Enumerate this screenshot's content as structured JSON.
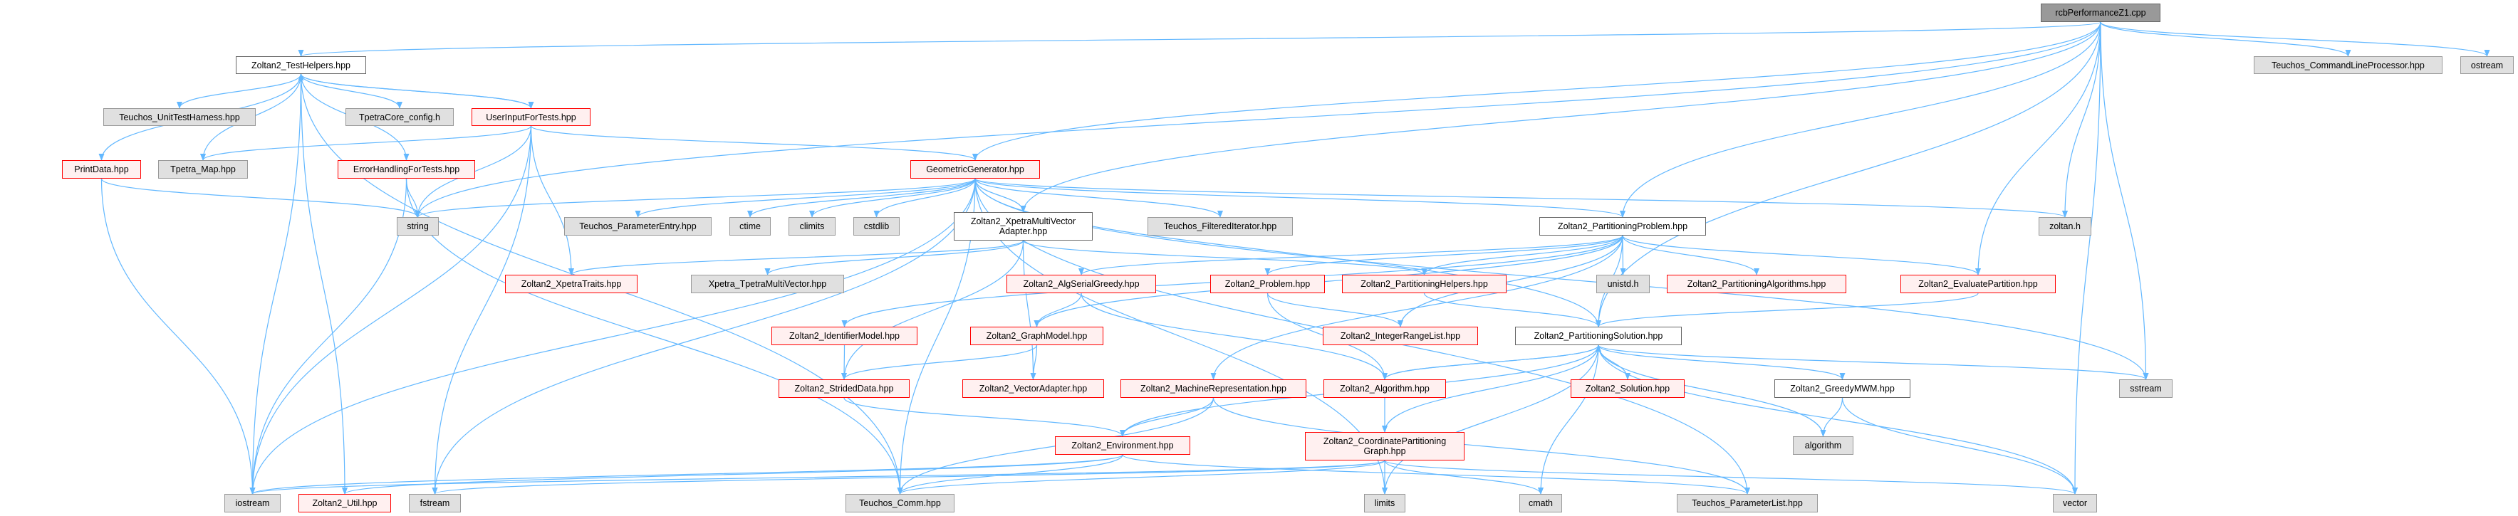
{
  "graph": {
    "edge_color": "#63b8ff",
    "node_colors": {
      "root": "#999999",
      "file": "#ffffff",
      "trunc": "#fff0f0",
      "ext": "#e0e0e0",
      "trunc_border": "#ff0000"
    },
    "nodes": {
      "rcb": {
        "label": "rcbPerformanceZ1.cpp",
        "kind": "root"
      },
      "testhelpers": {
        "label": "Zoltan2_TestHelpers.hpp",
        "kind": "file"
      },
      "unittest": {
        "label": "Teuchos_UnitTestHarness.hpp",
        "kind": "ext"
      },
      "tpetracore": {
        "label": "TpetraCore_config.h",
        "kind": "ext"
      },
      "userinput": {
        "label": "UserInputForTests.hpp",
        "kind": "trunc"
      },
      "printdata": {
        "label": "PrintData.hpp",
        "kind": "trunc"
      },
      "tpetramap": {
        "label": "Tpetra_Map.hpp",
        "kind": "ext"
      },
      "errorhandling": {
        "label": "ErrorHandlingForTests.hpp",
        "kind": "trunc"
      },
      "string": {
        "label": "string",
        "kind": "ext"
      },
      "paramentry": {
        "label": "Teuchos_ParameterEntry.hpp",
        "kind": "ext"
      },
      "ctime": {
        "label": "ctime",
        "kind": "ext"
      },
      "climits": {
        "label": "climits",
        "kind": "ext"
      },
      "cstdlib": {
        "label": "cstdlib",
        "kind": "ext"
      },
      "geogen": {
        "label": "GeometricGenerator.hpp",
        "kind": "trunc"
      },
      "xmvadapter": {
        "label": "Zoltan2_XpetraMultiVector\nAdapter.hpp",
        "kind": "file"
      },
      "filtered": {
        "label": "Teuchos_FilteredIterator.hpp",
        "kind": "ext"
      },
      "partproblem": {
        "label": "Zoltan2_PartitioningProblem.hpp",
        "kind": "file"
      },
      "zoltanh": {
        "label": "zoltan.h",
        "kind": "ext"
      },
      "cmdline": {
        "label": "Teuchos_CommandLineProcessor.hpp",
        "kind": "ext"
      },
      "ostream": {
        "label": "ostream",
        "kind": "ext"
      },
      "xpetratraits": {
        "label": "Zoltan2_XpetraTraits.hpp",
        "kind": "trunc"
      },
      "xtmv": {
        "label": "Xpetra_TpetraMultiVector.hpp",
        "kind": "ext"
      },
      "algserial": {
        "label": "Zoltan2_AlgSerialGreedy.hpp",
        "kind": "trunc"
      },
      "problem": {
        "label": "Zoltan2_Problem.hpp",
        "kind": "trunc"
      },
      "parthelpers": {
        "label": "Zoltan2_PartitioningHelpers.hpp",
        "kind": "trunc"
      },
      "unistd": {
        "label": "unistd.h",
        "kind": "ext"
      },
      "partalgs": {
        "label": "Zoltan2_PartitioningAlgorithms.hpp",
        "kind": "trunc"
      },
      "evalpart": {
        "label": "Zoltan2_EvaluatePartition.hpp",
        "kind": "trunc"
      },
      "idmodel": {
        "label": "Zoltan2_IdentifierModel.hpp",
        "kind": "trunc"
      },
      "graphmodel": {
        "label": "Zoltan2_GraphModel.hpp",
        "kind": "trunc"
      },
      "intrange": {
        "label": "Zoltan2_IntegerRangeList.hpp",
        "kind": "trunc"
      },
      "partsol": {
        "label": "Zoltan2_PartitioningSolution.hpp",
        "kind": "file"
      },
      "strided": {
        "label": "Zoltan2_StridedData.hpp",
        "kind": "trunc"
      },
      "vecadapter": {
        "label": "Zoltan2_VectorAdapter.hpp",
        "kind": "trunc"
      },
      "machrep": {
        "label": "Zoltan2_MachineRepresentation.hpp",
        "kind": "trunc"
      },
      "algorithm_h": {
        "label": "Zoltan2_Algorithm.hpp",
        "kind": "trunc"
      },
      "solution": {
        "label": "Zoltan2_Solution.hpp",
        "kind": "trunc"
      },
      "greedymwm": {
        "label": "Zoltan2_GreedyMWM.hpp",
        "kind": "file"
      },
      "sstream": {
        "label": "sstream",
        "kind": "ext"
      },
      "environment": {
        "label": "Zoltan2_Environment.hpp",
        "kind": "trunc"
      },
      "coordgraph": {
        "label": "Zoltan2_CoordinatePartitioning\nGraph.hpp",
        "kind": "trunc"
      },
      "algorithm": {
        "label": "algorithm",
        "kind": "ext"
      },
      "iostream": {
        "label": "iostream",
        "kind": "ext"
      },
      "util": {
        "label": "Zoltan2_Util.hpp",
        "kind": "trunc"
      },
      "fstream": {
        "label": "fstream",
        "kind": "ext"
      },
      "comm": {
        "label": "Teuchos_Comm.hpp",
        "kind": "ext"
      },
      "limits": {
        "label": "limits",
        "kind": "ext"
      },
      "cmath": {
        "label": "cmath",
        "kind": "ext"
      },
      "paramlist": {
        "label": "Teuchos_ParameterList.hpp",
        "kind": "ext"
      },
      "vector": {
        "label": "vector",
        "kind": "ext"
      }
    },
    "edges": [
      [
        "rcb",
        "testhelpers"
      ],
      [
        "rcb",
        "geogen"
      ],
      [
        "rcb",
        "xmvadapter"
      ],
      [
        "rcb",
        "partproblem"
      ],
      [
        "rcb",
        "string"
      ],
      [
        "rcb",
        "zoltanh"
      ],
      [
        "rcb",
        "evalpart"
      ],
      [
        "rcb",
        "partsol"
      ],
      [
        "rcb",
        "sstream"
      ],
      [
        "rcb",
        "vector"
      ],
      [
        "rcb",
        "cmdline"
      ],
      [
        "rcb",
        "ostream"
      ],
      [
        "testhelpers",
        "unittest"
      ],
      [
        "testhelpers",
        "tpetracore"
      ],
      [
        "testhelpers",
        "userinput"
      ],
      [
        "testhelpers",
        "printdata"
      ],
      [
        "testhelpers",
        "tpetramap"
      ],
      [
        "testhelpers",
        "errorhandling"
      ],
      [
        "testhelpers",
        "iostream"
      ],
      [
        "testhelpers",
        "util"
      ],
      [
        "testhelpers",
        "comm"
      ],
      [
        "userinput",
        "testhelpers"
      ],
      [
        "userinput",
        "geogen"
      ],
      [
        "userinput",
        "tpetramap"
      ],
      [
        "userinput",
        "string"
      ],
      [
        "userinput",
        "xpetratraits"
      ],
      [
        "userinput",
        "fstream"
      ],
      [
        "userinput",
        "iostream"
      ],
      [
        "printdata",
        "string"
      ],
      [
        "printdata",
        "iostream"
      ],
      [
        "errorhandling",
        "string"
      ],
      [
        "errorhandling",
        "iostream"
      ],
      [
        "errorhandling",
        "comm"
      ],
      [
        "geogen",
        "string"
      ],
      [
        "geogen",
        "paramentry"
      ],
      [
        "geogen",
        "ctime"
      ],
      [
        "geogen",
        "climits"
      ],
      [
        "geogen",
        "cstdlib"
      ],
      [
        "geogen",
        "xmvadapter"
      ],
      [
        "geogen",
        "filtered"
      ],
      [
        "geogen",
        "partproblem"
      ],
      [
        "geogen",
        "zoltanh"
      ],
      [
        "geogen",
        "sstream"
      ],
      [
        "geogen",
        "iostream"
      ],
      [
        "geogen",
        "fstream"
      ],
      [
        "geogen",
        "paramlist"
      ],
      [
        "geogen",
        "limits"
      ],
      [
        "geogen",
        "partsol"
      ],
      [
        "geogen",
        "comm"
      ],
      [
        "xmvadapter",
        "xpetratraits"
      ],
      [
        "xmvadapter",
        "xtmv"
      ],
      [
        "xmvadapter",
        "strided"
      ],
      [
        "xmvadapter",
        "vecadapter"
      ],
      [
        "xmvadapter",
        "parthelpers"
      ],
      [
        "partproblem",
        "algserial"
      ],
      [
        "partproblem",
        "problem"
      ],
      [
        "partproblem",
        "parthelpers"
      ],
      [
        "partproblem",
        "unistd"
      ],
      [
        "partproblem",
        "partalgs"
      ],
      [
        "partproblem",
        "evalpart"
      ],
      [
        "partproblem",
        "partsol"
      ],
      [
        "partproblem",
        "idmodel"
      ],
      [
        "partproblem",
        "graphmodel"
      ],
      [
        "partproblem",
        "machrep"
      ],
      [
        "partproblem",
        "intrange"
      ],
      [
        "algserial",
        "graphmodel"
      ],
      [
        "algserial",
        "algorithm_h"
      ],
      [
        "problem",
        "intrange"
      ],
      [
        "problem",
        "algorithm_h"
      ],
      [
        "parthelpers",
        "partsol"
      ],
      [
        "evalpart",
        "partsol"
      ],
      [
        "idmodel",
        "strided"
      ],
      [
        "graphmodel",
        "strided"
      ],
      [
        "graphmodel",
        "vecadapter"
      ],
      [
        "strided",
        "environment"
      ],
      [
        "machrep",
        "environment"
      ],
      [
        "machrep",
        "comm"
      ],
      [
        "machrep",
        "paramlist"
      ],
      [
        "partsol",
        "algorithm_h"
      ],
      [
        "partsol",
        "environment"
      ],
      [
        "partsol",
        "coordgraph"
      ],
      [
        "partsol",
        "solution"
      ],
      [
        "partsol",
        "greedymwm"
      ],
      [
        "partsol",
        "sstream"
      ],
      [
        "partsol",
        "algorithm"
      ],
      [
        "partsol",
        "vector"
      ],
      [
        "partsol",
        "limits"
      ],
      [
        "partsol",
        "cmath"
      ],
      [
        "algorithm_h",
        "partsol"
      ],
      [
        "algorithm_h",
        "coordgraph"
      ],
      [
        "environment",
        "iostream"
      ],
      [
        "environment",
        "util"
      ],
      [
        "environment",
        "comm"
      ],
      [
        "environment",
        "paramlist"
      ],
      [
        "coordgraph",
        "comm"
      ],
      [
        "coordgraph",
        "limits"
      ],
      [
        "coordgraph",
        "cmath"
      ],
      [
        "coordgraph",
        "vector"
      ],
      [
        "coordgraph",
        "fstream"
      ],
      [
        "coordgraph",
        "iostream"
      ],
      [
        "greedymwm",
        "algorithm"
      ],
      [
        "greedymwm",
        "vector"
      ]
    ]
  }
}
